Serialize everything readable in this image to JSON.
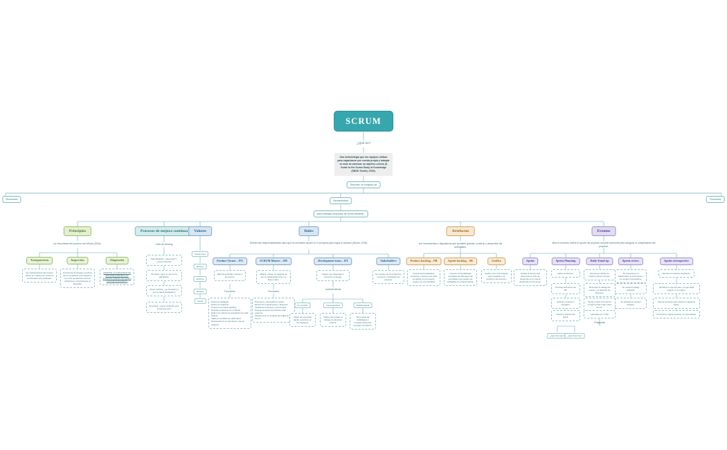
{
  "diagram": {
    "title": "SCRUM",
    "root_label": "SCRUM",
    "question": "¿Qué es?",
    "definition": "Una metodología que los equipos utilizan para organizarse por cuenta propia y trabajar en aras de alcanzar un objetivo común (A Guide to the Scrum Body of Knowledge (SBOK Guide), 2016).",
    "describes": "Describe un conjunto de",
    "tools": "Herramientas",
    "purpose": "para entregar proyectos de forma eficiente.",
    "side_left": "Reuniones",
    "side_right": "Funciones"
  },
  "colors": {
    "root": "#36a7ae",
    "line": "#8fc2c6",
    "principios": "#9cbf68",
    "procesos": "#7cb8bc",
    "valores": "#7ba6cc",
    "roles": "#7ba6cc",
    "artefactos": "#d3a263",
    "eventos": "#9f93cf"
  },
  "principios": {
    "label": "Principios",
    "note": "los tres pilares del proceso son Moran (2016):",
    "items": [
      {
        "label": "Transparencia",
        "desc": "Las características del proceso deben ser visibles por todos los involucrados que participan."
      },
      {
        "label": "Inspección",
        "desc": "Frecuencia de chequeo continuo de los resultados y los objetivos, con el fin de detectar a tiempo variaciones o desviaciones no deseadas."
      },
      {
        "label": "Adaptación",
        "desc": "PERMITE LA CAPACIDAD DE APLICAR AJUSTES a los ambientes y planes que ayuden a corregir la desviación.",
        "underline": true
      }
    ]
  },
  "procesos": {
    "label": "Procesos de mejora continua",
    "note": "Ciclo de Deming",
    "steps": [
      "Plan Planificar: ¿Qué hacer?, ¿Cómo hacerlo?",
      "Do Hacer: hacer lo que se ha planificado.",
      "Check Verificar: ¿se ha hecho lo que se había planificado?",
      "Act Actuar: ¿cómo mejorarlo para la próxima vez?"
    ]
  },
  "valores": {
    "label": "Valores",
    "items": [
      "Compromiso",
      "Enfoque",
      "Apertura",
      "Respeto",
      "Coraje"
    ]
  },
  "roles": {
    "label": "Roles",
    "note": "Definen las responsabilidades clara que es necesario asumir en el proyecto para lograr el alcance (Moran, 2016).",
    "items": [
      {
        "label": "Product Owner – PO",
        "desc": "Máxima autoridad, prioriza y da soporte.",
        "sub_title": "Funciones",
        "subs": [
          "Define la estrategia.",
          "Define los objetivos.",
          "Gestiona el product backlog.",
          "Negocia el alcance con el cliente.",
          "Define los criterios de aceptación de cada historia.",
          "Valida el resultado de cada sprint.",
          "Representa la voz del cliente y de los usuarios."
        ]
      },
      {
        "label": "SCRUM Master – SM",
        "desc": "Motiva y dirige; se asegura de que la metodología scrum se lleve a cabo.",
        "sub_title": "Funciones",
        "subs": [
          "Promueve y acompaña el equipo.",
          "Elimina los impedimentos y bloqueos.",
          "Facilita las reuniones y ceremonias.",
          "Protege al equipo de interferencias externas.",
          "Asegura que se cumplan las reglas de Scrum."
        ]
      },
      {
        "label": "Development team – DT",
        "desc": "Equipo que desarrolla el producto a entregar.",
        "sub_title": "Características",
        "chars": [
          {
            "label": "Son flexible",
            "desc": "Capaz de responder rápido a cambios en los requisitos."
          },
          {
            "label": "Autoorganizado",
            "desc": "Define cómo hacer el trabajo sin dirección externa."
          },
          {
            "label": "Multidisciplinar",
            "desc": "Tiene todas las habilidades y competencias para entregar el producto."
          }
        ]
      },
      {
        "label": "Stakeholders",
        "desc": "Es receptor de los productos, procesos y resultados del proyecto."
      }
    ]
  },
  "artefactos": {
    "label": "Artefactos",
    "note": "son herramientas o dispositivos que permiten guardar, construir y desarrollar las actividades.",
    "items": [
      {
        "label": "Product backlog – PB",
        "desc": "Lista de funcionalidades, requisitos y mejoras que debe cumplirse en el proyecto, pueden ser por prioridad."
      },
      {
        "label": "Sprint backlog – SB",
        "desc": "Lista de funcionalidades escogidas del PB según las prioridades que pueden ser trabajadas en el Sprint actual."
      },
      {
        "label": "Gráfico",
        "desc": "Gráfico como herramienta para visualizar y la evolución del proyecto."
      }
    ]
  },
  "eventos": {
    "label": "Eventos",
    "note": "Mira el contexto; define el aporte del proyecto durante reuniones para asegurar el cumplimiento del proyecto.",
    "items": [
      {
        "label": "Sprint",
        "desc": "Unidad de tiempo que determina un ciclo de desarrollo en el cual se desarrolla el incremento.",
        "subs": []
      },
      {
        "label": "Sprint Planning",
        "desc": "Define el alcance.",
        "subs": [
          "Priorizar elementos del PB.",
          "Estimar el esfuerzo necesario.",
          "Definir el objetivo del Sprint."
        ]
      },
      {
        "label": "Daily Stand-up",
        "desc": "Reuniones diarias de máximo quince minutos.",
        "subs": [
          "Sincroniza el trabajo del equipo y se detectan los bloqueos.",
          "Tiempo máximo de quince minutos donde todos están de pie.",
          "Lideradas por el SM."
        ],
        "sub_title": "Preguntas",
        "questions": [
          "¿Qué hice ayer?",
          "¿Qué haré hoy?"
        ]
      },
      {
        "label": "Sprint review",
        "desc": "Se presenta a los stakeholders el incremento y se recogen comentarios.",
        "subs": [
          "Se revisa el trabajo realizado.",
          "Se actualiza el product backlog."
        ]
      },
      {
        "label": "Sprint retrospective",
        "desc": "Revisar el incidente mejorando.",
        "subs": [
          "Identificar lo que fue bien y lo que debe mejorar en el equipo.",
          "Genera acciones para mejorar el siguiente Sprint.",
          "Fomenta la mejora continua y el aprendizaje."
        ]
      }
    ]
  }
}
